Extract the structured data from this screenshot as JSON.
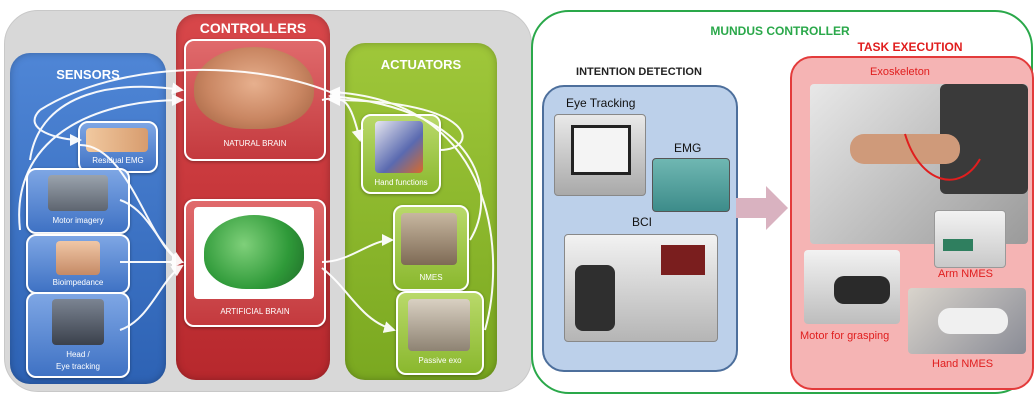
{
  "left_diagram": {
    "sensors": {
      "title": "SENSORS",
      "items": [
        "Residual EMG",
        "Motor imagery",
        "Bioimpedance",
        "Head /",
        "Eye tracking"
      ]
    },
    "controllers": {
      "title": "CONTROLLERS",
      "items": [
        "NATURAL BRAIN",
        "ARTIFICIAL BRAIN"
      ]
    },
    "actuators": {
      "title": "ACTUATORS",
      "items": [
        "Hand functions",
        "NMES",
        "Passive exo"
      ]
    }
  },
  "right_diagram": {
    "title": "MUNDUS CONTROLLER",
    "intention": {
      "title": "INTENTION DETECTION",
      "items": [
        "Eye Tracking",
        "EMG",
        "BCI"
      ]
    },
    "task": {
      "title": "TASK EXECUTION",
      "items": [
        "Exoskeleton",
        "Arm NMES",
        "Motor for grasping",
        "Hand NMES"
      ]
    }
  },
  "colors": {
    "sensors": "#3a6fc2",
    "controllers": "#c4343a",
    "actuators": "#8ab82e",
    "mundus_border": "#2aa84a",
    "task_border": "#e33b3b",
    "intent_bg": "#bcd0ea"
  }
}
